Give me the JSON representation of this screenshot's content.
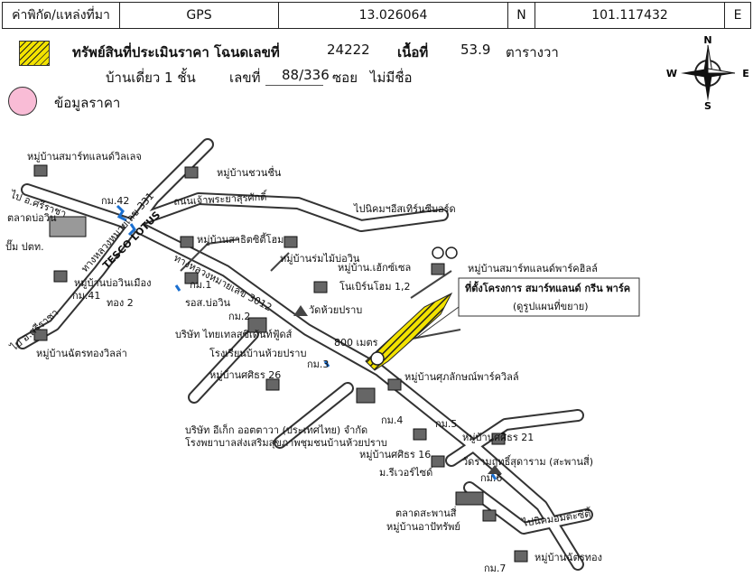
{
  "header": {
    "coord_label": "ค่าพิกัด/แหล่งที่มา",
    "source": "GPS",
    "lat": "13.026064",
    "lat_dir": "N",
    "lon": "101.117432",
    "lon_dir": "E"
  },
  "legend": {
    "property_title": "ทรัพย์สินที่ประเมินราคา โฉนดเลขที่",
    "deed_no": "24222",
    "area_label": "เนื้อที่",
    "area_value": "53.9",
    "area_unit": "ตารางวา",
    "house_type": "บ้านเดี่ยว 1 ชั้น",
    "no_label": "เลขที่",
    "house_no": "88/336",
    "soi_label": "ซอย",
    "soi_value": "ไม่มีชื่อ",
    "price_info": "ข้อมูลราคา"
  },
  "compass": {
    "n": "N",
    "s": "S",
    "e": "E",
    "w": "W"
  },
  "map_labels": {
    "l01": "หมู่บ้านสมาร์ทแลนด์วิลเลจ",
    "l02": "ไป อ.ศรีราชา",
    "l03": "ตลาดบ่อวิน",
    "l04": "ปั๊ม ปตท.",
    "l05": "หมู่บ้านบ่อวินเมือง",
    "l06": "กม.41",
    "l07": "ทอง 2",
    "l08": "ไป อ.ศรีราชา",
    "l09": "หมู่บ้านฉัตรทองวิลล่า",
    "l10": "กม.42",
    "l11": "หมู่บ้านชวนชื่น",
    "l12": "TESCO LOTUS",
    "l13": "หมู่บ้านสาธิตซิตี้โฮม",
    "l14": "กม.1",
    "l15": "รอส.บ่อวิน",
    "l16": "หมู่บ้านร่มไม้บ่อวิน",
    "l17": "หมู่บ้าน.เฮ้กซ์เซล",
    "l18": "โนเบิร์นโฮม 1,2",
    "l19": "ไปนิคมฯอีสเทิร์นซีบอร์ด",
    "l20": "หมู่บ้านสมาร์ทแลนด์พาร์คฮิลล์",
    "l21": "ที่ตั้งโครงการ สมาร์ทแลนด์ กรีน พาร์ค",
    "l22": "(ดูรูปแผนที่ขยาย)",
    "l23": "วัดห้วยปราบ",
    "l24": "กม.2",
    "l25": "บริษัท ไทยเทลสซิเด้นท์ฟู้ดส์",
    "l26": "โรงเรียนบ้านห้วยปราบ",
    "l27": "800 เมตร",
    "l28": "กม.3",
    "l29": "หมู่บ้านศศิธร 26",
    "l30": "หมู่บ้านศุภลักษณ์พาร์ควิลล์",
    "l31": "กม.4",
    "l32": "กม.5",
    "l33": "บริษัท อีเก็ก ออตตาวา (ประเทศไทย) จำกัด",
    "l34": "โรงพยาบาลส่งเสริมสุขภาพชุมชนบ้านห้วยปราบ",
    "l35": "หมู่บ้านศศิธร 21",
    "l36": "หมู่บ้านศศิธร 16",
    "l37": "ม.รีเวอร์ไซด์",
    "l38": "วัดรามฤทธิ์สุดาราม (สะพานสี่)",
    "l39": "กม.6",
    "l40": "ตลาดสะพานสี่",
    "l41": "หมู่บ้านอาปัทรัพย์",
    "l42": "ไปนิคมอมตะซิตี้",
    "l43": "กม.7",
    "l44": "หมู่บ้านฉัตรทอง",
    "l45": "ทางหลวงหมายเลข 331",
    "l46": "ถนนเจ้าพระยาสุรศักดิ์",
    "l47": "ทางหลวงหมายเลข 3012"
  }
}
